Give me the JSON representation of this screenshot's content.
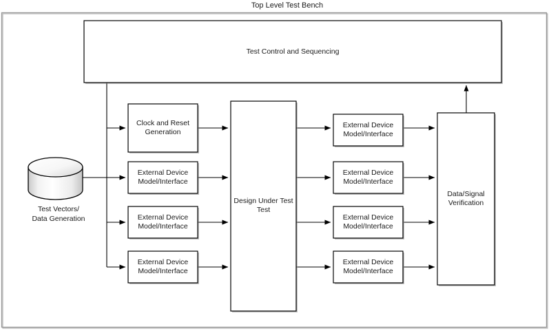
{
  "diagram": {
    "title": "Top Level Test Bench",
    "nodes": {
      "control": {
        "label": "Test Control and Sequencing"
      },
      "source": {
        "label_line1": "Test Vectors/",
        "label_line2": "Data Generation"
      },
      "dut": {
        "label_line1": "Design Under Test",
        "label_line2": "Test"
      },
      "verify": {
        "label_line1": "Data/Signal",
        "label_line2": "Verification"
      },
      "clock": {
        "label_line1": "Clock and Reset",
        "label_line2": "Generation"
      },
      "left_dev_2": {
        "label_line1": "External Device",
        "label_line2": "Model/Interface"
      },
      "left_dev_3": {
        "label_line1": "External Device",
        "label_line2": "Model/Interface"
      },
      "left_dev_4": {
        "label_line1": "External Device",
        "label_line2": "Model/Interface"
      },
      "right_dev_1": {
        "label_line1": "External Device",
        "label_line2": "Model/Interface"
      },
      "right_dev_2": {
        "label_line1": "External Device",
        "label_line2": "Model/Interface"
      },
      "right_dev_3": {
        "label_line1": "External Device",
        "label_line2": "Model/Interface"
      },
      "right_dev_4": {
        "label_line1": "External Device",
        "label_line2": "Model/Interface"
      }
    },
    "colors": {
      "stroke": "#000000",
      "frame": "#9a9a9a",
      "fill": "#ffffff",
      "cylinder_light": "#ffffff",
      "cylinder_dark": "#d0d0d0",
      "text": "#1a1a1a"
    }
  }
}
